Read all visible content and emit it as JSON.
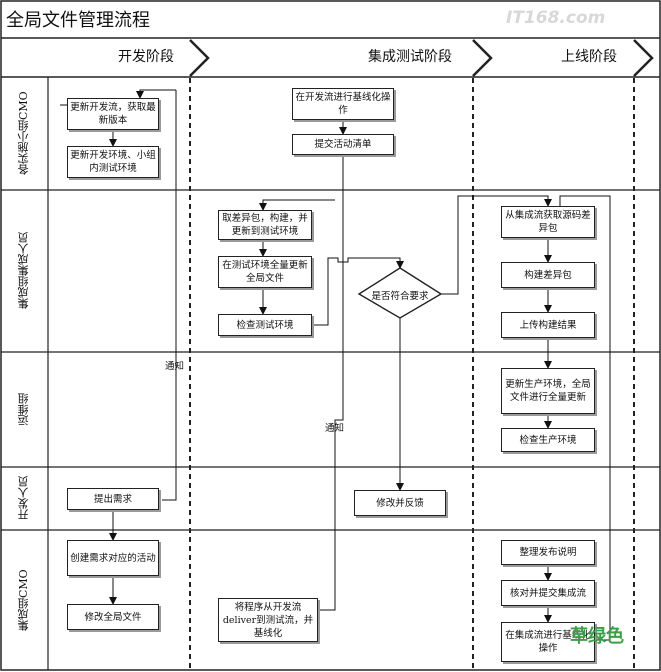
{
  "title": "全局文件管理流程",
  "logo_text": "IT168.com",
  "watermark": "草绿色",
  "phases": [
    "开发阶段",
    "集成测试阶段",
    "上线阶段"
  ],
  "lanes": [
    "各实施小组CMO",
    "集成组集成人员",
    "运维组",
    "开发人员",
    "集成组CMO"
  ],
  "boxes": {
    "dev_update_stream": "更新开发流，获取最新版本",
    "dev_update_env": "更新开发环境、小组内测试环境",
    "int_baseline": "在开发流进行基线化操作",
    "int_submit_list": "提交活动清单",
    "int_fetch_build": "取差异包，构建，并更新到测试环境",
    "int_update_global": "在测试环境全量更新全局文件",
    "int_check_env": "检查测试环境",
    "int_decision": "是否符合要求",
    "int_fix_feedback": "修改并反馈",
    "int_deliver": "将程序从开发流deliver到测试流，并基线化",
    "rel_fetch_diff": "从集成流获取源码差异包",
    "rel_build_diff": "构建差异包",
    "rel_upload": "上传构建结果",
    "rel_update_prod": "更新生产环境，全局文件进行全量更新",
    "rel_check_prod": "检查生产环境",
    "rel_release_notes": "整理发布说明",
    "rel_verify_submit": "核对并提交集成流",
    "rel_integration": "在集成流进行基线化操作",
    "dev_raise_req": "提出需求",
    "dev_create_activity": "创建需求对应的活动",
    "dev_modify_global": "修改全局文件"
  },
  "notes": {
    "notify_1": "通知",
    "notify_2": "通知"
  }
}
